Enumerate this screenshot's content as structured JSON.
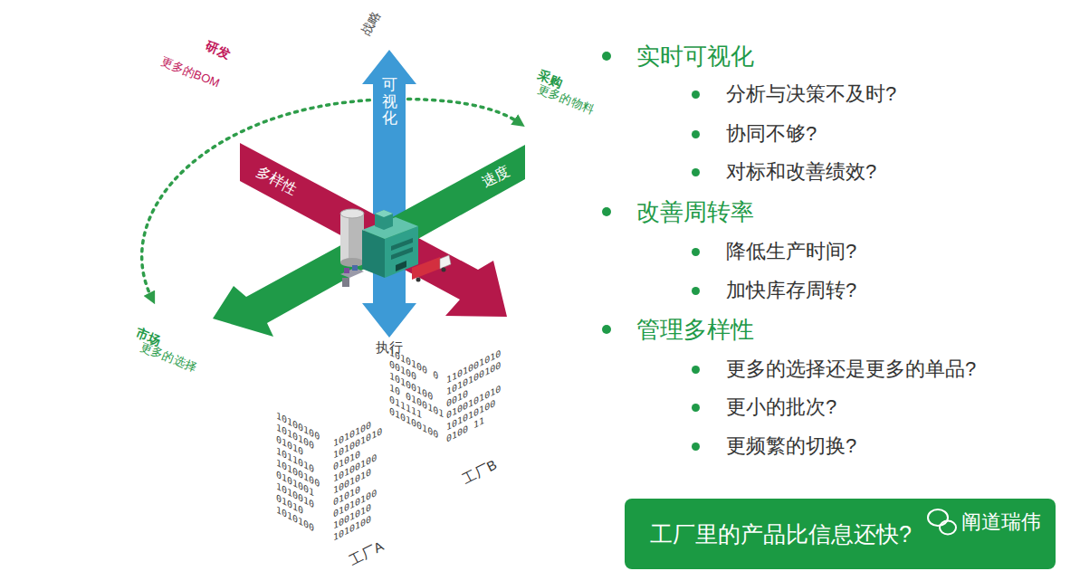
{
  "diagram": {
    "nodes": [
      {
        "text": [
          "可视化"
        ]
      },
      {
        "text": [
          "多样性"
        ]
      },
      {
        "text": [
          "速度"
        ]
      },
      {
        "text": [
          "工厂里的产品比信息还快?"
        ]
      }
    ],
    "labels": [
      "战略",
      "执行",
      "研发",
      "更多的BOM",
      "采购",
      "更多的物料",
      "市场",
      "更多的选择",
      "实时可视化",
      "分析与决策不及时?",
      "协同不够?",
      "对标和改善绩效?",
      "改善周转率",
      "降低生产时间?",
      "加快库存周转?",
      "管理多样性",
      "更多的选择还是更多的单品?",
      "更小的批次?",
      "更频繁的切换?",
      "10100100 1010100 01010 1011010 10100100 0101001 1010010 01010 1010100",
      "1010100 101001010 01010 10100100 1001010 01010 01010100 1001010 1010100",
      "工厂A",
      "1010100 0 00100 10100100 10 0100101 011111 010100100",
      "1101001010 1010100100 0010 0100101010 101010100 0100 11",
      "工厂B",
      "阐道瑞伟"
    ]
  }
}
